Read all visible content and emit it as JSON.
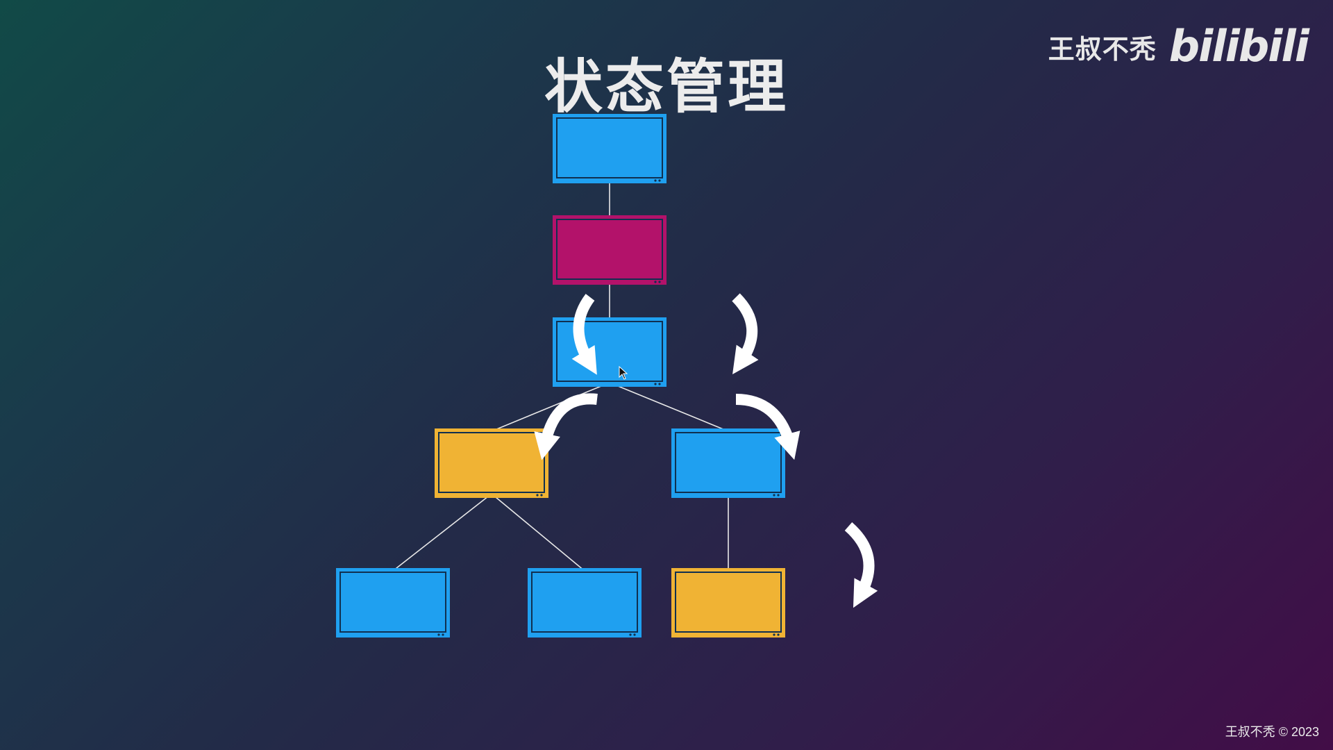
{
  "slide": {
    "title": "状态管理"
  },
  "watermark": {
    "channel": "王叔不秃",
    "logo": "bilibili"
  },
  "footer": {
    "copyright": "王叔不秃 © 2023"
  },
  "colors": {
    "blue": "#1fa0f0",
    "magenta": "#b3126a",
    "yellow": "#f0b334",
    "frame_line": "#103050",
    "connector": "#e8e8e8",
    "arrow": "#ffffff"
  },
  "diagram": {
    "nodes": [
      {
        "id": "root",
        "color": "blue"
      },
      {
        "id": "state-holder",
        "color": "magenta"
      },
      {
        "id": "middle",
        "color": "blue"
      },
      {
        "id": "left-branch",
        "color": "yellow"
      },
      {
        "id": "right-branch",
        "color": "blue"
      },
      {
        "id": "leaf-1",
        "color": "blue"
      },
      {
        "id": "leaf-2",
        "color": "blue"
      },
      {
        "id": "leaf-3",
        "color": "yellow"
      }
    ],
    "edges": [
      [
        "root",
        "state-holder"
      ],
      [
        "state-holder",
        "middle"
      ],
      [
        "middle",
        "left-branch"
      ],
      [
        "middle",
        "right-branch"
      ],
      [
        "left-branch",
        "leaf-1"
      ],
      [
        "left-branch",
        "leaf-2"
      ],
      [
        "right-branch",
        "leaf-3"
      ]
    ],
    "flow_arrows": [
      {
        "id": "state-holder-to-middle-left"
      },
      {
        "id": "state-holder-to-middle-right"
      },
      {
        "id": "middle-to-left-branch"
      },
      {
        "id": "middle-to-right-branch"
      },
      {
        "id": "right-branch-to-leaf-3"
      }
    ]
  }
}
